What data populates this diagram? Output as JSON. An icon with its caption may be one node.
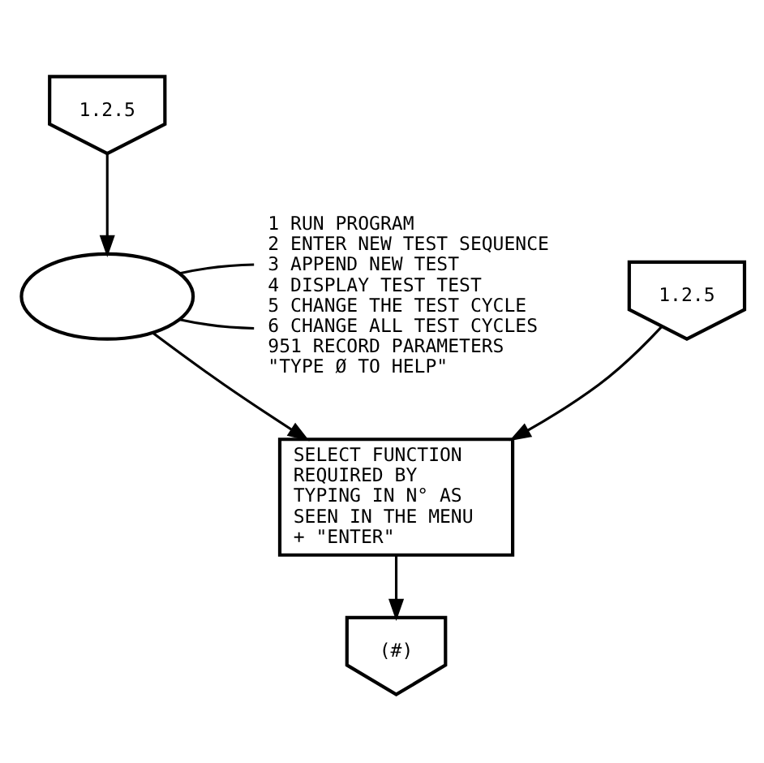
{
  "diagram": {
    "nodes": [
      {
        "text": [
          "1.2.5"
        ]
      },
      {
        "text": [
          "1.2.5"
        ]
      },
      {
        "text": [],
        "shape": "display"
      },
      {
        "text": [
          "1 RUN PROGRAM",
          "2 ENTER NEW TEST SEQUENCE",
          "3 APPEND NEW TEST",
          "4 DISPLAY TEST TEST",
          "5 CHANGE THE TEST CYCLE",
          "6 CHANGE ALL TEST CYCLES",
          "951 RECORD PARAMETERS",
          "\"TYPE Ø TO HELP\""
        ]
      },
      {
        "text": [
          "SELECT FUNCTION REQUIRED BY TYPING IN N° AS SEEN IN THE MENU + \"ENTER\""
        ]
      },
      {
        "text": [
          "(#)"
        ]
      }
    ],
    "edges": [
      {
        "from": 0,
        "to": 2,
        "arrow": "to"
      },
      {
        "from": 2,
        "to": 3,
        "arrow": "none"
      },
      {
        "from": 2,
        "to": 3,
        "arrow": "none"
      },
      {
        "from": 1,
        "to": 4,
        "arrow": "to"
      },
      {
        "from": 2,
        "to": 4,
        "arrow": "to"
      },
      {
        "from": 4,
        "to": 5,
        "arrow": "to"
      }
    ]
  }
}
